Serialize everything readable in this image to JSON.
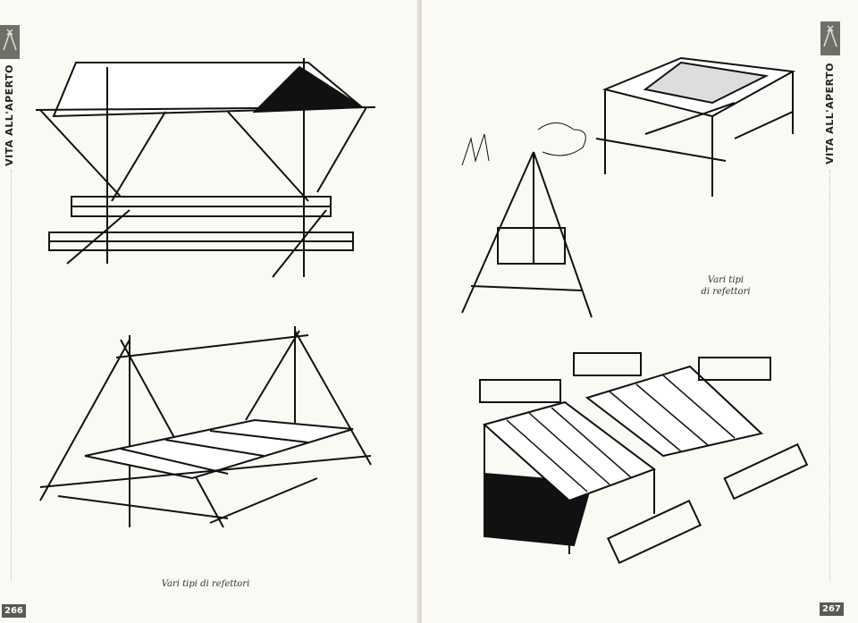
{
  "left_page": {
    "section_tab": "VITA ALL'APERTO",
    "page_number": "266",
    "caption": "Vari tipi di refettori"
  },
  "right_page": {
    "section_tab": "VITA ALL'APERTO",
    "page_number": "267",
    "caption_line1": "Vari tipi",
    "caption_line2": "di refettori"
  },
  "icons": {
    "tab_icon": "tent-icon"
  }
}
